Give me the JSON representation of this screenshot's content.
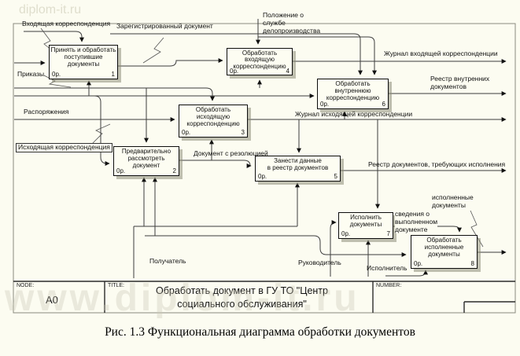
{
  "watermark": {
    "top": "diplom-it.ru",
    "bottom": "www.diplom-it.ru"
  },
  "boxes": [
    {
      "label": "Принять и обработать поступившие документы",
      "cost": "0р.",
      "num": "1"
    },
    {
      "label": "Предварительно рассмотреть документ",
      "cost": "0р.",
      "num": "2"
    },
    {
      "label": "Обработать исходящую корреспонденцию",
      "cost": "0р.",
      "num": "3"
    },
    {
      "label": "Обработать входящую корреспонденцию",
      "cost": "0р.",
      "num": "4"
    },
    {
      "label": "Занести данные\nв реестр документов",
      "cost": "0р.",
      "num": "5"
    },
    {
      "label": "Обработать внутреннюю корреспонденцию",
      "cost": "0р.",
      "num": "6"
    },
    {
      "label": "Исполнить документы",
      "cost": "0р.",
      "num": "7"
    },
    {
      "label": "Обработать исполненные документы",
      "cost": "0р.",
      "num": "8"
    }
  ],
  "labels": {
    "incoming": "Входящая корреспонденция",
    "registered": "Зарегистрированный документ",
    "regulation": "Положение о\nслужбе\nделопроизводства",
    "orders": "Приказы",
    "directives": "Распоряжения",
    "outgoing": "Исходящая корреспонденция",
    "journal_in": "Журнал входящей корреспонденции",
    "registry_internal": "Реестр внутренних\nдокументов",
    "journal_out": "Журнал исходящей корреспонденции",
    "registry_exec": "Реестр документов, требующих исполнения",
    "doc_resolution": "Документ с резолюцией",
    "executed": "исполненные\nдокументы",
    "info_executed": "сведения о\nвыполненном\nдокументе",
    "recipient": "Получатель",
    "manager": "Руководитель",
    "executor": "Исполнитель"
  },
  "titlebar": {
    "node_label": "NODE:",
    "node_value": "A0",
    "title_label": "TITLE:",
    "title_value": "Обработать  документ в ГУ ТО  \"Центр\nсоциального  обслуживания\"",
    "number_label": "NUMBER:"
  },
  "caption": "Рис. 1.3 Функциональная диаграмма обработки  документов"
}
